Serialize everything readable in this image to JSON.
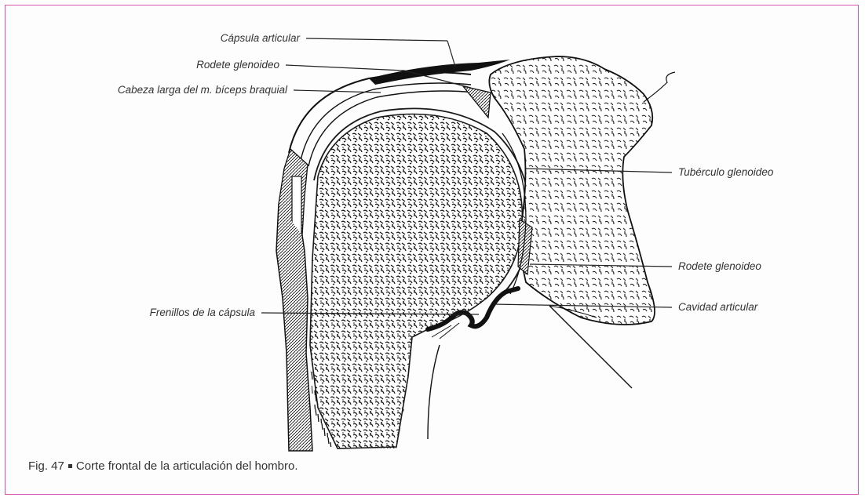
{
  "figure": {
    "labels": {
      "capsula_articular": "Cápsula articular",
      "rodete_glenoideo_top": "Rodete glenoideo",
      "cabeza_larga": "Cabeza larga del m. bíceps braquial",
      "frenillos": "Frenillos de la cápsula",
      "tuberculo": "Tubérculo glenoideo",
      "rodete_glenoideo_right": "Rodete glenoideo",
      "cavidad": "Cavidad articular"
    },
    "caption_number": "Fig. 47",
    "caption_text": "Corte frontal de la articulación del hombro.",
    "frame_color": "#d455b0"
  }
}
